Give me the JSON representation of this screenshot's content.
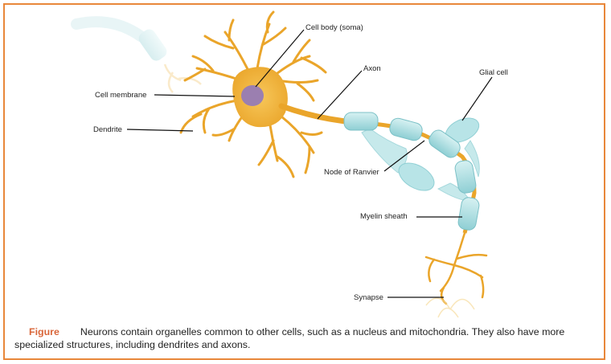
{
  "labels": {
    "cell_body": "Cell body (soma)",
    "axon": "Axon",
    "glial_cell": "Glial cell",
    "cell_membrane": "Cell membrane",
    "dendrite": "Dendrite",
    "node_of_ranvier": "Node of Ranvier",
    "myelin_sheath": "Myelin sheath",
    "synapse": "Synapse"
  },
  "caption": {
    "figure_label": "Figure",
    "text": "Neurons contain organelles common to other cells, such as a nucleus and mitochondria. They also have more specialized structures, including dendrites and axons."
  },
  "colors": {
    "border": "#e8873a",
    "neuron": "#f2b33a",
    "nucleus": "#9b7fb0",
    "myelin": "#a9dde0",
    "figure_label": "#d9663a"
  }
}
